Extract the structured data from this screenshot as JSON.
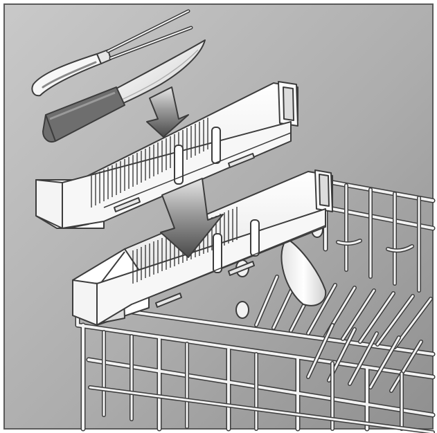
{
  "illustration": {
    "labels": [],
    "colors": {
      "background_light": "#c9c9c9",
      "background_dark": "#8f8f8f",
      "frame": "#5a5a5a",
      "outline": "#3c3c3c",
      "rack_wire": "#f2f2f2",
      "tray_fill": "#f7f7f7",
      "arrow_light": "#e6e6e6",
      "arrow_dark": "#4a4a4a",
      "handle_dark": "#6e6e6e"
    },
    "items": {
      "carving_fork": "carving-fork",
      "knife": "knife",
      "upper_cutlery_tray": "cutlery-tray",
      "lower_cutlery_tray": "cutlery-tray",
      "upper_arrow": "arrow-down",
      "lower_arrow": "arrow-down",
      "wine_glass": "wine-glass",
      "dish_rack": "dishwasher-rack"
    }
  }
}
